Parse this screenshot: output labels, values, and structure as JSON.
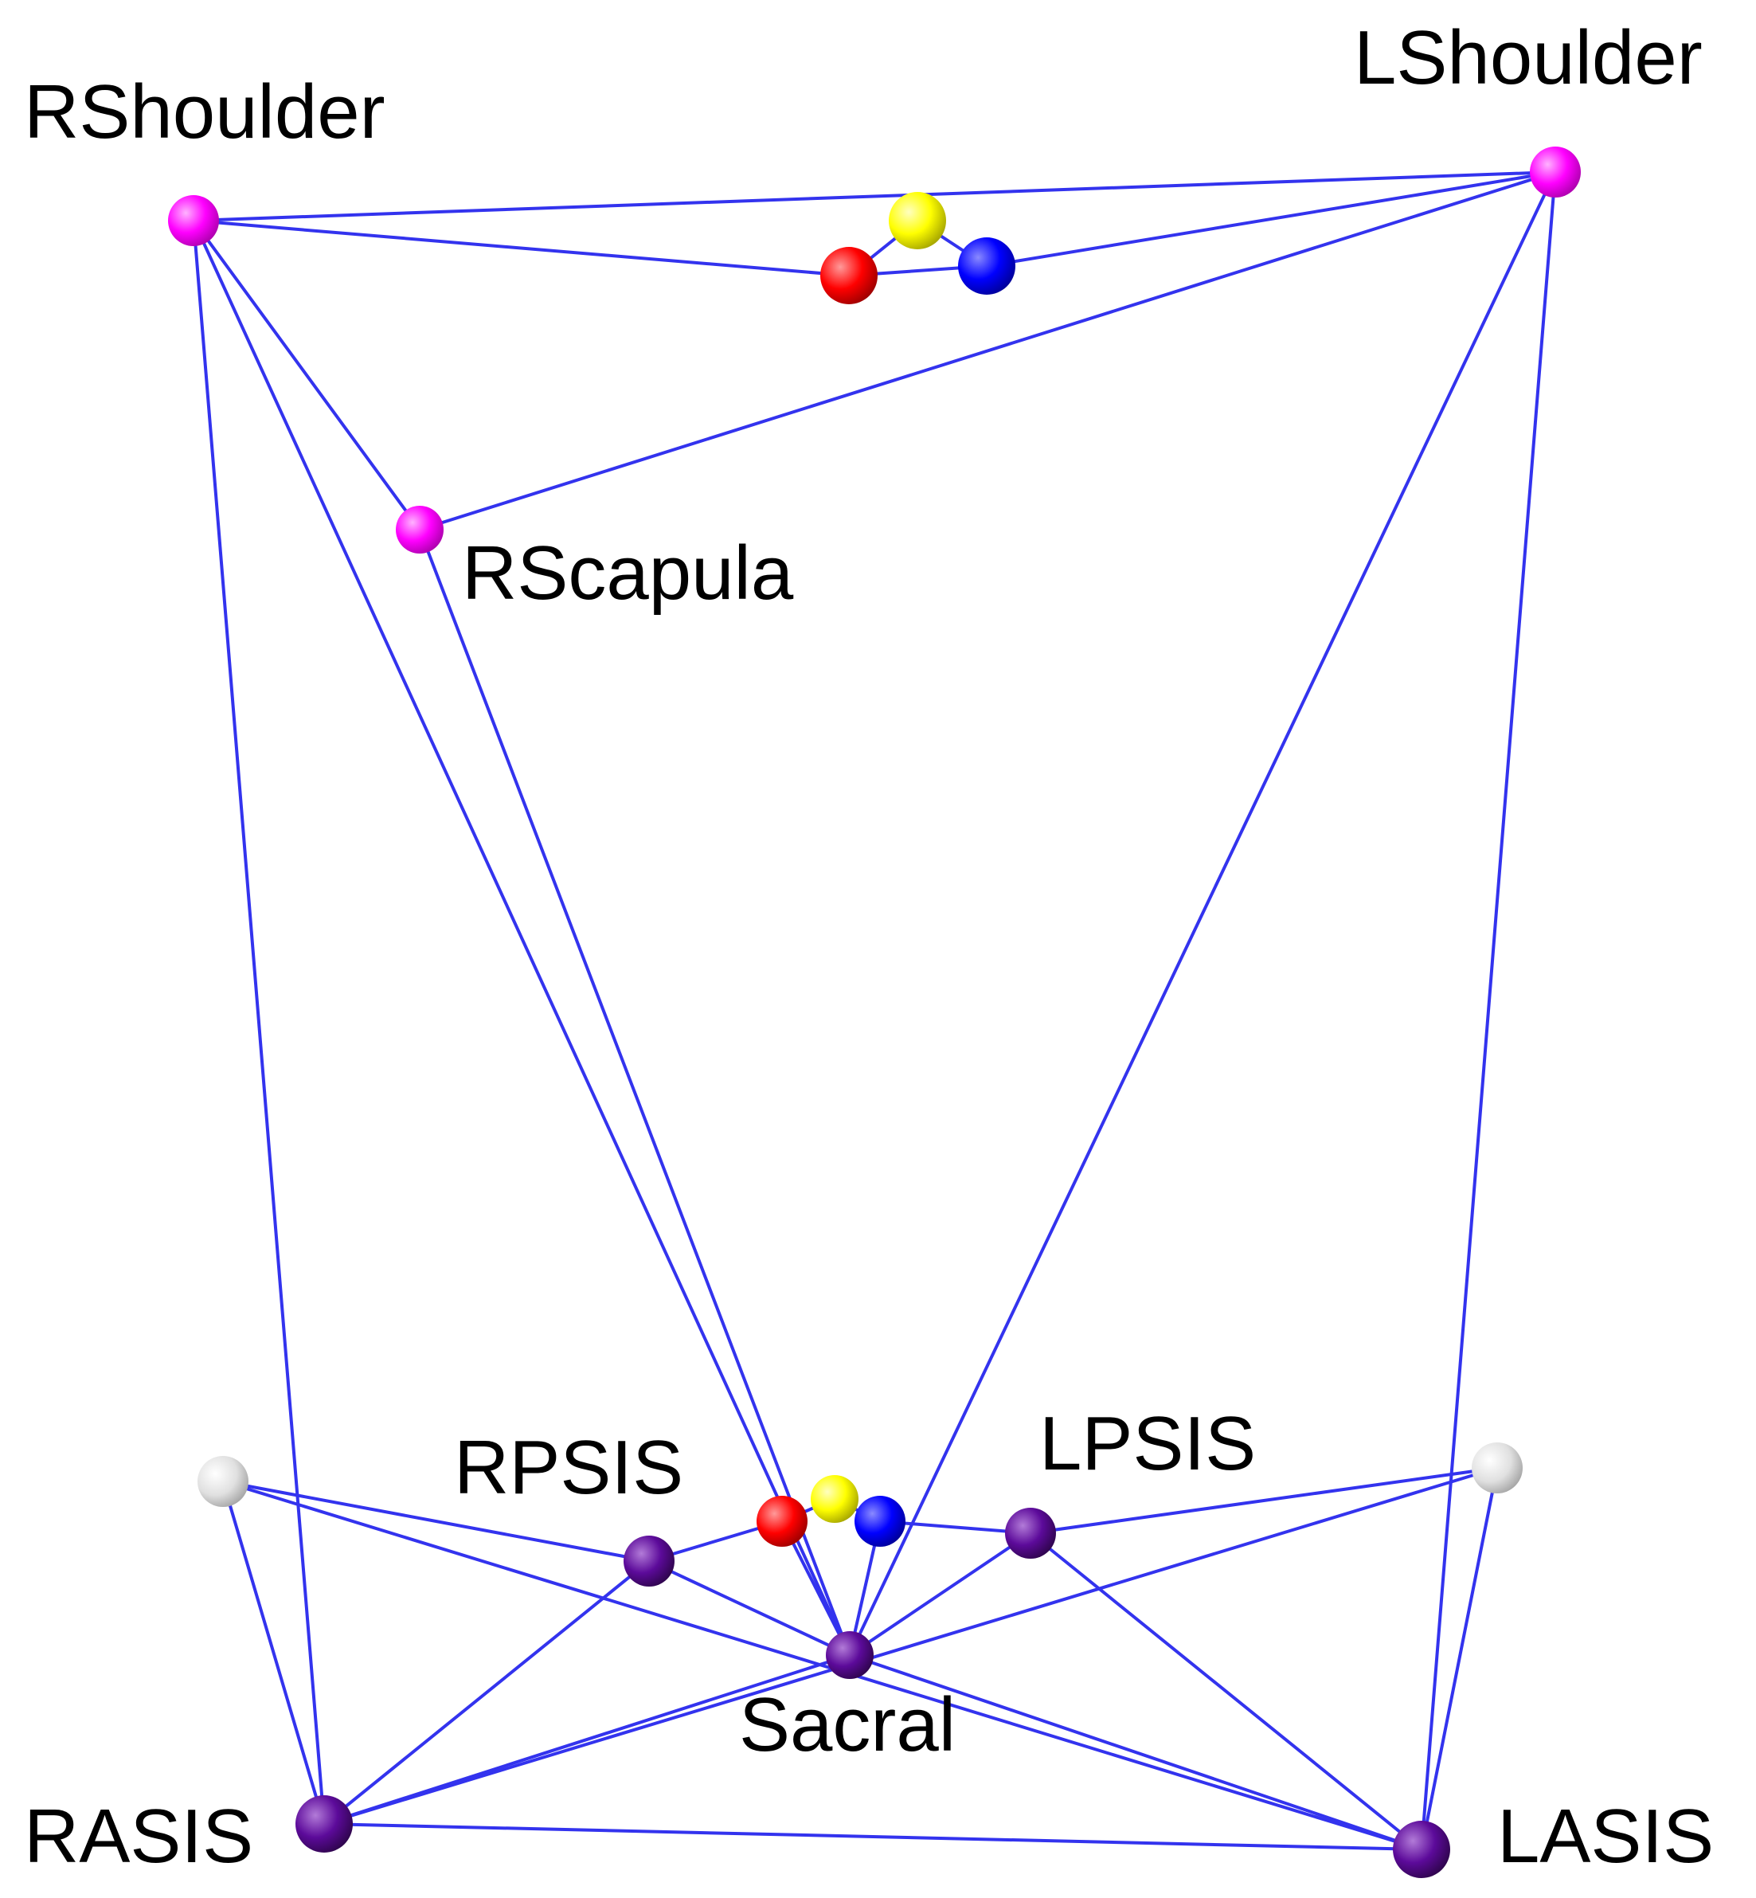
{
  "markers": [
    {
      "id": "rshoulder",
      "label": "RShoulder",
      "color": "#ff00ff"
    },
    {
      "id": "lshoulder",
      "label": "LShoulder",
      "color": "#ff00ff"
    },
    {
      "id": "rscapula",
      "label": "RScapula",
      "color": "#ff00ff"
    },
    {
      "id": "rpsis",
      "label": "RPSIS",
      "color": "#6a0dad"
    },
    {
      "id": "lpsis",
      "label": "LPSIS",
      "color": "#6a0dad"
    },
    {
      "id": "sacral",
      "label": "Sacral",
      "color": "#6a0dad"
    },
    {
      "id": "rasis",
      "label": "RASIS",
      "color": "#6a0dad"
    },
    {
      "id": "lasis",
      "label": "LASIS",
      "color": "#6a0dad"
    },
    {
      "id": "thorax-x",
      "label": "",
      "color": "#ff0000"
    },
    {
      "id": "thorax-y",
      "label": "",
      "color": "#ffff00"
    },
    {
      "id": "thorax-z",
      "label": "",
      "color": "#0000ff"
    },
    {
      "id": "pelvis-x",
      "label": "",
      "color": "#ff0000"
    },
    {
      "id": "pelvis-y",
      "label": "",
      "color": "#ffff00"
    },
    {
      "id": "pelvis-z",
      "label": "",
      "color": "#0000ff"
    },
    {
      "id": "rwhite",
      "label": "",
      "color": "#e6e6e6"
    },
    {
      "id": "lwhite",
      "label": "",
      "color": "#e6e6e6"
    }
  ],
  "connections": [
    [
      "rshoulder",
      "lshoulder"
    ],
    [
      "rshoulder",
      "thorax-x"
    ],
    [
      "thorax-x",
      "thorax-y"
    ],
    [
      "thorax-y",
      "thorax-z"
    ],
    [
      "thorax-x",
      "thorax-z"
    ],
    [
      "thorax-z",
      "lshoulder"
    ],
    [
      "lshoulder",
      "rscapula"
    ],
    [
      "rshoulder",
      "rscapula"
    ],
    [
      "rshoulder",
      "rasis"
    ],
    [
      "rshoulder",
      "sacral"
    ],
    [
      "rscapula",
      "sacral"
    ],
    [
      "lshoulder",
      "sacral"
    ],
    [
      "lshoulder",
      "lasis"
    ],
    [
      "rwhite",
      "rasis"
    ],
    [
      "rwhite",
      "rpsis"
    ],
    [
      "rwhite",
      "lasis"
    ],
    [
      "rpsis",
      "pelvis-x"
    ],
    [
      "pelvis-x",
      "pelvis-y"
    ],
    [
      "pelvis-y",
      "pelvis-z"
    ],
    [
      "pelvis-z",
      "lpsis"
    ],
    [
      "lwhite",
      "lpsis"
    ],
    [
      "lwhite",
      "rasis"
    ],
    [
      "lwhite",
      "lasis"
    ],
    [
      "rpsis",
      "sacral"
    ],
    [
      "lpsis",
      "sacral"
    ],
    [
      "rpsis",
      "rasis"
    ],
    [
      "lpsis",
      "lasis"
    ],
    [
      "rasis",
      "sacral"
    ],
    [
      "lasis",
      "sacral"
    ],
    [
      "rasis",
      "lasis"
    ],
    [
      "pelvis-x",
      "sacral"
    ],
    [
      "pelvis-z",
      "sacral"
    ]
  ],
  "line_color": "#3333ee"
}
